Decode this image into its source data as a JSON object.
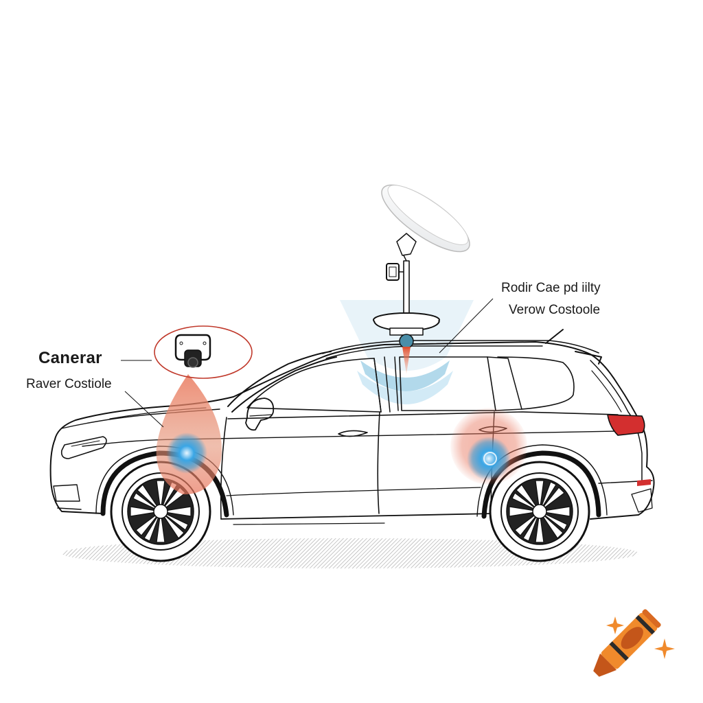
{
  "diagram": {
    "subject": "SUV side view with vehicle sensors",
    "callouts": {
      "camera_label": "Canerar",
      "left_console_label": "Raver Costiole",
      "radar_label_line1": "Rodir Cae pd iilty",
      "radar_label_line2": "Verow Costoole"
    },
    "components": [
      {
        "name": "camera",
        "location": "front hood / A-pillar area",
        "highlight": "red circle"
      },
      {
        "name": "front-sensor-glow",
        "colors": [
          "#e8735a",
          "#2a9ad8"
        ]
      },
      {
        "name": "rear-sensor-glow",
        "colors": [
          "#e8735a",
          "#2a9ad8"
        ]
      },
      {
        "name": "roof-radar-dish",
        "location": "roof mount"
      },
      {
        "name": "roof-sensor-wave",
        "color": "#8cc8e0"
      }
    ],
    "colors": {
      "line": "#111111",
      "callout_circle": "#c0392b",
      "glow_orange": "#e8735a",
      "glow_blue": "#2a9ad8",
      "taillight": "#d32f2f",
      "crayon_orange": "#f08a2c",
      "crayon_dark": "#c4561a"
    }
  },
  "watermark": {
    "icon": "crayon-icon"
  }
}
